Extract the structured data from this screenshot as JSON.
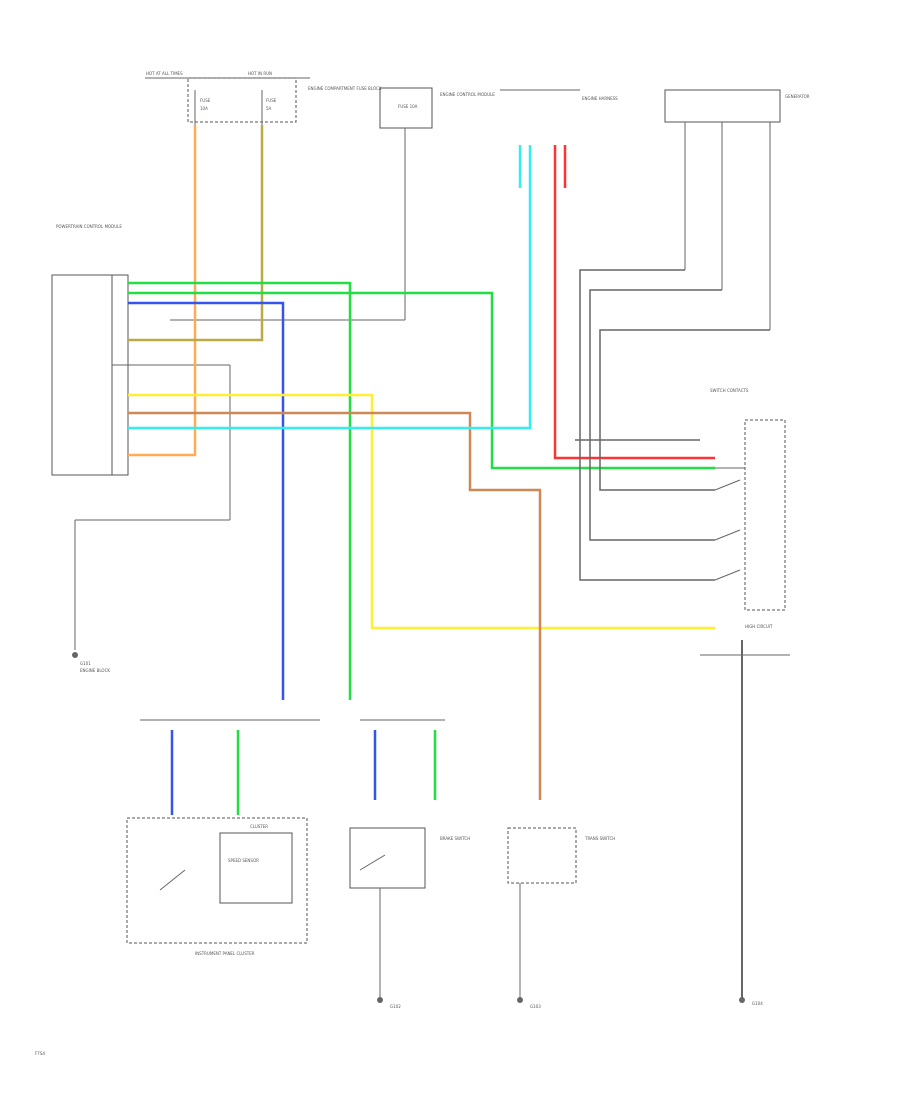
{
  "colors": {
    "green": "#22dd44",
    "blue": "#3355ee",
    "cyan": "#33eeee",
    "yellow": "#ffee33",
    "orange": "#ffaa55",
    "tan": "#bb9966",
    "red": "#ff3333",
    "gray": "#666666"
  },
  "labels": {
    "hot_top": "HOT AT ALL TIMES",
    "hot_run": "HOT IN RUN",
    "fuse_a": "FUSE",
    "fuse_a_sub": "10A",
    "fuse_b": "FUSE",
    "fuse_b_sub": "5A",
    "junction_block": "ENGINE COMPARTMENT FUSE BLOCK",
    "ecm_label": "ENGINE CONTROL MODULE",
    "ecm_fuse": "FUSE 10A",
    "right_top_label": "ENGINE HARNESS",
    "generator_label": "GENERATOR",
    "module_block": "POWERTRAIN CONTROL MODULE",
    "switch_group": "SWITCH CONTACTS",
    "relay_label": "HIGH CIRCUIT",
    "ground_left": "G101",
    "ground_left_sub": "ENGINE BLOCK",
    "ic_panel": "INSTRUMENT PANEL CLUSTER",
    "ic_sub": "CLUSTER",
    "ic_module": "SPEED SENSOR",
    "connector_b": "BRAKE SWITCH",
    "trans_switch": "TRANS SWITCH",
    "ground_mid": "G102",
    "ground_mid2": "G103",
    "ground_right": "G104",
    "footer_code": "F7S4"
  }
}
